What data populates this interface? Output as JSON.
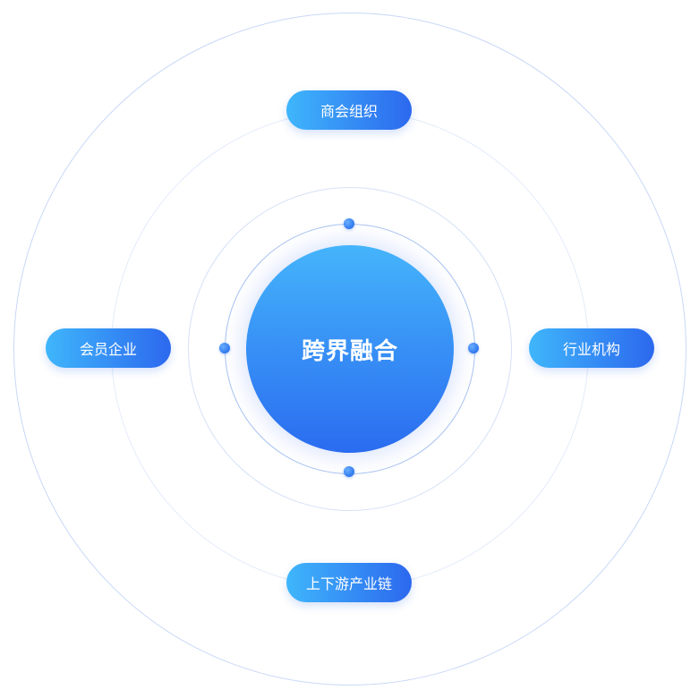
{
  "center": {
    "label": "跨界融合"
  },
  "nodes": {
    "top": "商会组织",
    "left": "会员企业",
    "right": "行业机构",
    "bottom": "上下游产业链"
  },
  "colors": {
    "gradient_start": "#45b4fb",
    "gradient_end": "#2a6cf0",
    "ring_outer": "#c9d8f7",
    "ring_inner": "#a9c3f0"
  }
}
